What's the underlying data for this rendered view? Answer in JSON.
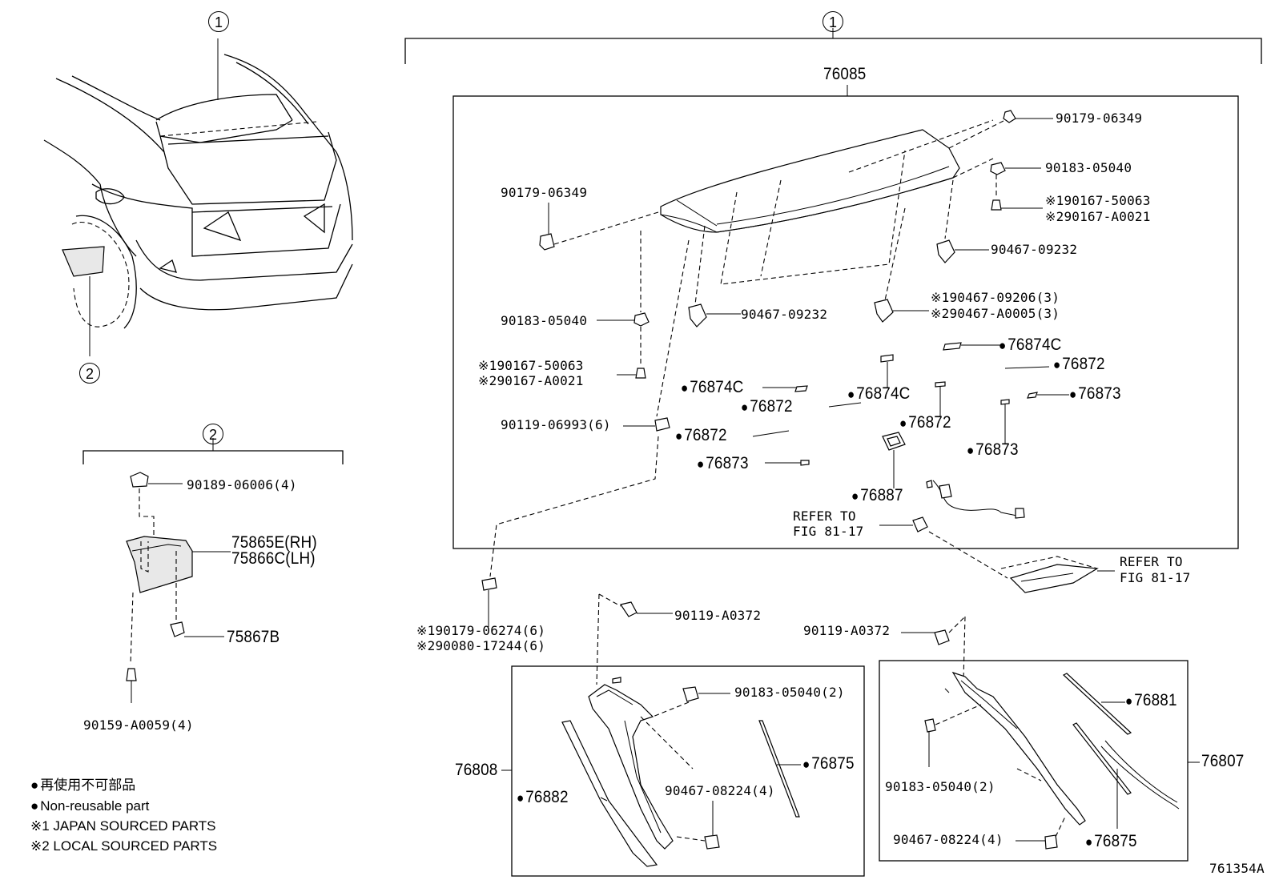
{
  "callouts": {
    "one": "1",
    "two": "2"
  },
  "header": {
    "spoiler_assy": "76085"
  },
  "labels": {
    "bolt_top_right": "90179-06349",
    "nut_top_right": "90183-05040",
    "screw_r_1": "※190167-50063",
    "screw_r_2": "※290167-A0021",
    "clip_r": "90467-09232",
    "bolt_left": "90179-06349",
    "nut_left": "90183-05040",
    "clip_mid": "90467-09232",
    "clip_c_1": "※190467-09206(3)",
    "clip_c_2": "※290467-A0005(3)",
    "screw_l_1": "※190167-50063",
    "screw_l_2": "※290167-A0021",
    "screw_6993": "90119-06993(6)",
    "refer_1a": "REFER TO",
    "refer_1b": "FIG 81-17",
    "refer_2a": "REFER TO",
    "refer_2b": "FIG 81-17",
    "grom_1": "※190179-06274(6)",
    "grom_2": "※290080-17244(6)",
    "screw_a0372_l": "90119-A0372",
    "screw_a0372_r": "90119-A0372",
    "nut_2_l": "90183-05040(2)",
    "clip_4_l": "90467-08224(4)",
    "nut_2_r": "90183-05040(2)",
    "clip_4_r": "90467-08224(4)",
    "assy_l": "76808",
    "assy_r": "76807",
    "clip_90189": "90189-06006(4)",
    "screw_90159": "90159-A0059(4)",
    "mud_rh": "75865E(RH)",
    "mud_lh": "75866C(LH)",
    "clip_75867": "75867B",
    "diagram_id": "761354A"
  },
  "seals": {
    "s76874c_a": "76874C",
    "s76872_a": "76872",
    "s76874c_b": "76874C",
    "s76872_b": "76872",
    "s76874c_c": "76874C",
    "s76873_a": "76873",
    "s76872_c": "76872",
    "s76872_d": "76872",
    "s76873_b": "76873",
    "s76873_c": "76873",
    "s76887": "76887",
    "s76882": "76882",
    "s76875_l": "76875",
    "s76881": "76881",
    "s76875_r": "76875"
  },
  "legend": {
    "non_reusable_jp": "再使用不可部品",
    "non_reusable_en": "Non-reusable part",
    "japan_sourced": "※1 JAPAN SOURCED PARTS",
    "local_sourced": "※2 LOCAL SOURCED PARTS"
  }
}
